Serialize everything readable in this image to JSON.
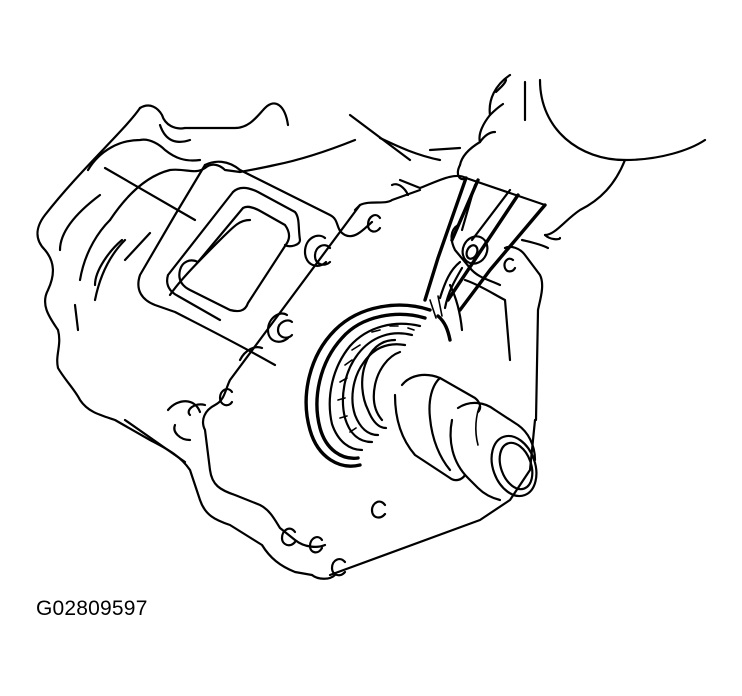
{
  "figure": {
    "description": "Line illustration: hand using snap ring pliers to remove a snap ring from the output shaft bearing of a transmission case",
    "parts": [
      "transmission-case",
      "bearing",
      "snap-ring",
      "output-shaft",
      "snap-ring-pliers",
      "hand"
    ],
    "colors": {
      "line": "#000000",
      "background": "#ffffff"
    }
  },
  "caption": {
    "figure_id": "G02809597"
  }
}
